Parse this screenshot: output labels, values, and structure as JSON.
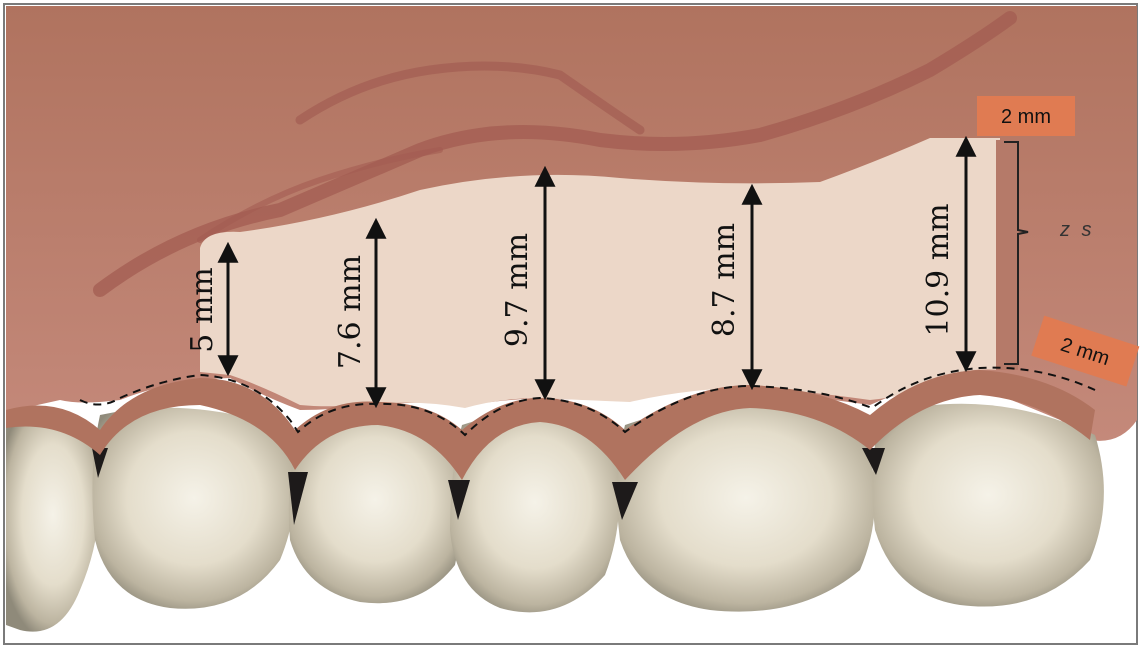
{
  "figure": {
    "measurements": [
      {
        "label": "5 mm",
        "value_mm": 5
      },
      {
        "label": "7.6 mm",
        "value_mm": 7.6
      },
      {
        "label": "9.7 mm",
        "value_mm": 9.7
      },
      {
        "label": "8.7 mm",
        "value_mm": 8.7
      },
      {
        "label": "10.9 mm",
        "value_mm": 10.9
      }
    ],
    "top_tag": "2 mm",
    "side_tag": "2 mm",
    "zone_label": "z s",
    "colors": {
      "gum": "#b57a69",
      "gum_dark": "#9a5a4d",
      "vein": "#a35c52",
      "graft": "#ecd7c8",
      "tag": "#e07b52",
      "tooth_light": "#f2eee2",
      "tooth_shadow": "#8f8a7a"
    }
  }
}
